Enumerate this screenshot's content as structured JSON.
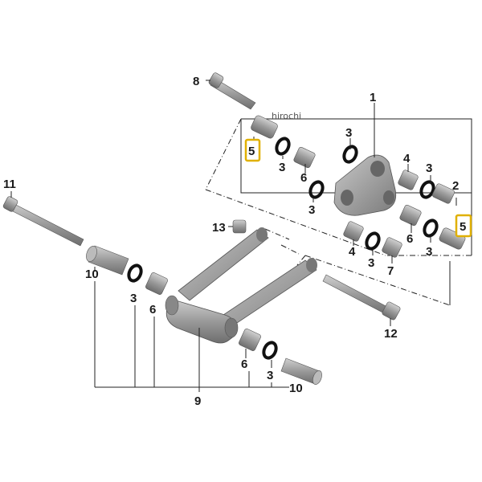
{
  "diagram": {
    "watermark": "hirochi",
    "highlight_color": "#e0b000",
    "part_color": "#9a9a9a",
    "callouts": [
      {
        "id": "c8",
        "text": "8"
      },
      {
        "id": "c1",
        "text": "1"
      },
      {
        "id": "c3a",
        "text": "3"
      },
      {
        "id": "c5a",
        "text": "5"
      },
      {
        "id": "c3b",
        "text": "3"
      },
      {
        "id": "c6a",
        "text": "6"
      },
      {
        "id": "c3c",
        "text": "3"
      },
      {
        "id": "c4a",
        "text": "4"
      },
      {
        "id": "c3d",
        "text": "3"
      },
      {
        "id": "c2",
        "text": "2"
      },
      {
        "id": "c5b",
        "text": "5"
      },
      {
        "id": "c6b",
        "text": "6"
      },
      {
        "id": "c3e",
        "text": "3"
      },
      {
        "id": "c4b",
        "text": "4"
      },
      {
        "id": "c3f",
        "text": "3"
      },
      {
        "id": "c7",
        "text": "7"
      },
      {
        "id": "c11",
        "text": "11"
      },
      {
        "id": "c13",
        "text": "13"
      },
      {
        "id": "c10a",
        "text": "10"
      },
      {
        "id": "c3g",
        "text": "3"
      },
      {
        "id": "c6c",
        "text": "6"
      },
      {
        "id": "c12",
        "text": "12"
      },
      {
        "id": "c6d",
        "text": "6"
      },
      {
        "id": "c3h",
        "text": "3"
      },
      {
        "id": "c10b",
        "text": "10"
      },
      {
        "id": "c9",
        "text": "9"
      }
    ]
  }
}
